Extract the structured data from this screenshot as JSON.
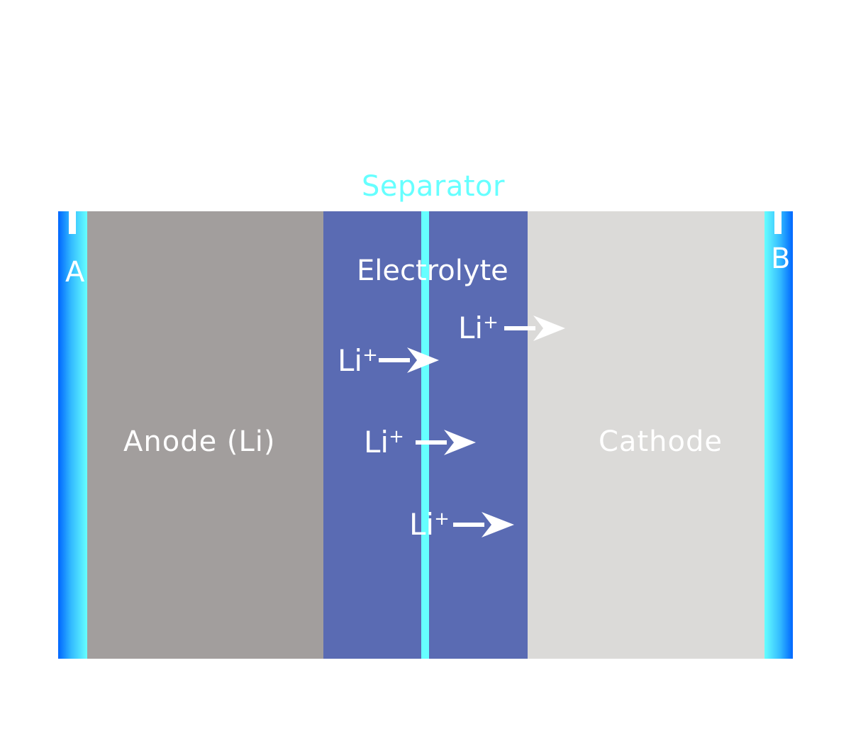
{
  "labels": {
    "separator": "Separator",
    "terminal_a": "A",
    "terminal_b": "B",
    "electrolyte": "Electrolyte",
    "anode": "Anode (Li)",
    "cathode": "Cathode"
  },
  "ions": [
    {
      "symbol": "Li",
      "charge": "+"
    },
    {
      "symbol": "Li",
      "charge": "+"
    },
    {
      "symbol": "Li",
      "charge": "+"
    },
    {
      "symbol": "Li",
      "charge": "+"
    }
  ],
  "colors": {
    "anode": "#a29e9d",
    "electrolyte": "#5a6bb3",
    "separator": "#66ffff",
    "cathode": "#dbdad8",
    "collector_dark": "#0066ff",
    "collector_light": "#66ffff",
    "text": "#ffffff"
  }
}
